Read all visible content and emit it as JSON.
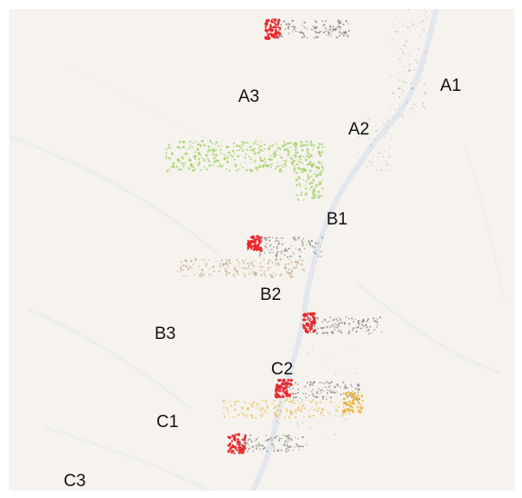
{
  "labels": {
    "a1": "A1",
    "a2": "A2",
    "a3": "A3",
    "b1": "B1",
    "b2": "B2",
    "b3": "B3",
    "c1": "C1",
    "c2": "C2",
    "c3": "C3"
  },
  "colors": {
    "background": "#f6f3ee",
    "road": "#dfe3ea",
    "red": "#e8242a",
    "green": "#9bcf5a",
    "tan": "#c6a98a",
    "gray": "#7a7a7a",
    "orange": "#e8b030"
  }
}
